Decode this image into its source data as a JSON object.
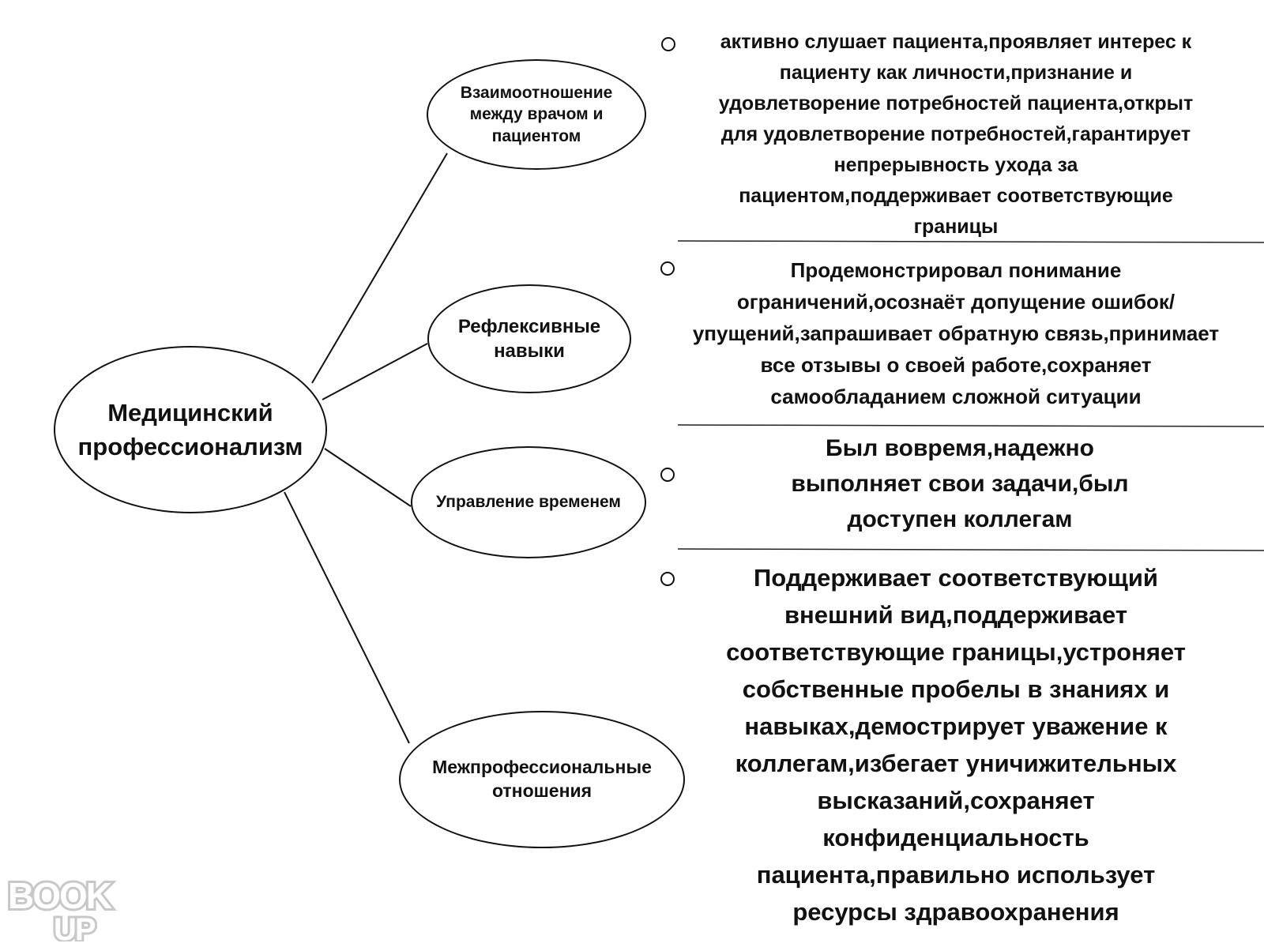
{
  "diagram": {
    "root": {
      "line1": "Медицинский",
      "line2": "профессионализм"
    },
    "nodes": [
      {
        "lines": [
          "Взаимоотношение",
          "между врачом и",
          "пациентом"
        ]
      },
      {
        "lines": [
          "Рефлексивные",
          "навыки"
        ]
      },
      {
        "lines": [
          "Управление временем"
        ]
      },
      {
        "lines": [
          "Межпрофессиональные",
          "отношения"
        ]
      }
    ],
    "descriptions": [
      {
        "text": "активно слушает пациента,проявляет интерес к\nпациенту как личности,признание и\nудовлетворение потребностей пациента,открыт\nдля удовлетворение потребностей,гарантирует\nнепрерывность ухода за\nпациентом,поддерживает соответствующие\nграницы"
      },
      {
        "text": "Продемонстрировал понимание\nограничений,осознаёт допущение ошибок/\nупущений,запрашивает обратную связь,принимает\nвсе отзывы о своей работе,сохраняет\nсамообладанием сложной ситуации"
      },
      {
        "text": "Был вовремя,надежно\nвыполняет свои задачи,был\nдоступен коллегам"
      },
      {
        "text": "Поддерживает соответствующий\nвнешний вид,поддерживает\nсоответствующие границы,устроняет\nсобственные пробелы в знаниях и\nнавыках,демострирует уважение к\nколлегам,избегает уничижительных\nвысказаний,сохраняет\nконфиденциальность\nпациента,правильно использует\nресурсы здравоохранения"
      }
    ]
  },
  "watermark": {
    "logo_text_top": "BOOK",
    "logo_text_bottom": "UP",
    "color": "#c8c8c8"
  },
  "colors": {
    "line": "#111111",
    "text": "#111111",
    "background": "#ffffff"
  }
}
